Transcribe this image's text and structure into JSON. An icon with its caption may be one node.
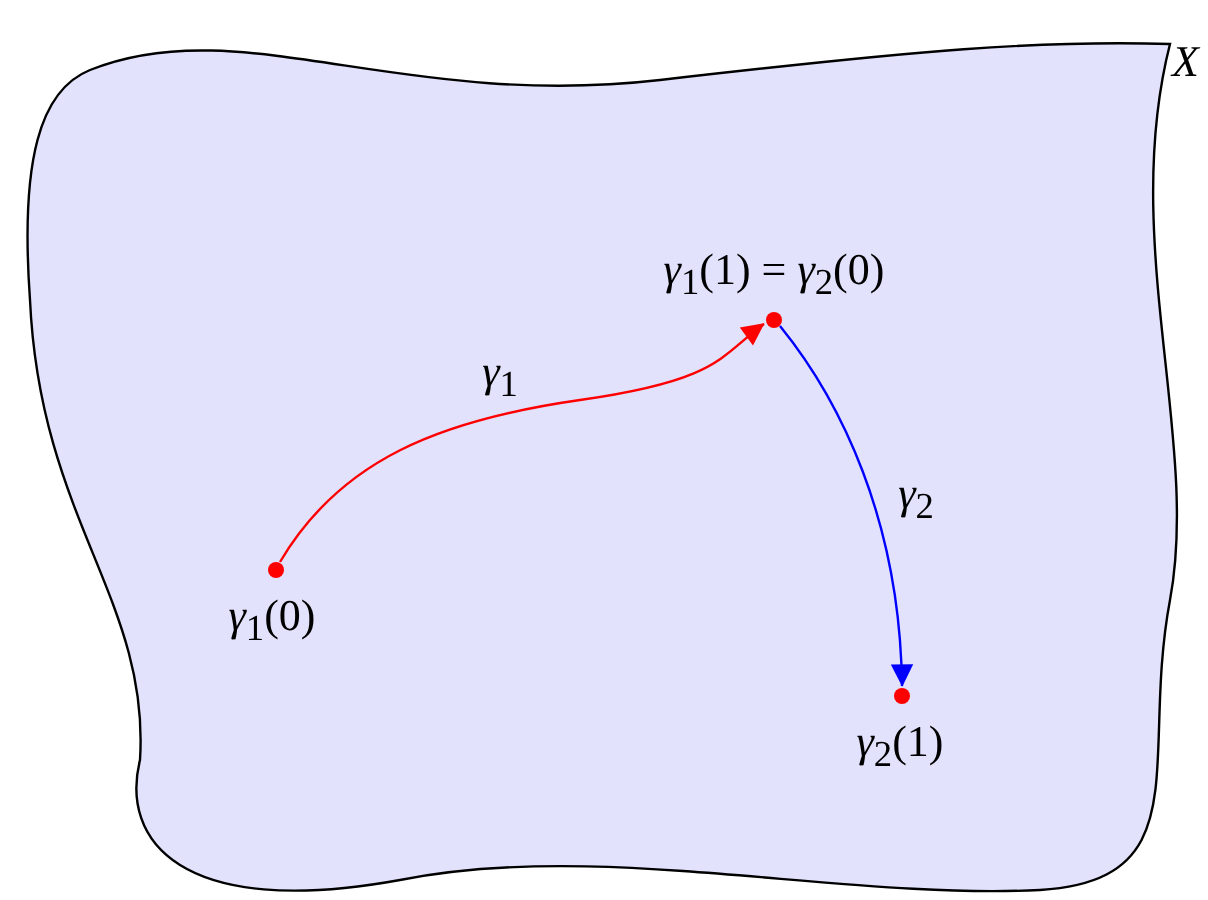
{
  "diagram": {
    "nodes": [
      {
        "text": [
          "X"
        ]
      },
      {
        "text": [],
        "shape": "circle",
        "in": 0,
        "beside": [
          "*γ*$_{1}$(0)"
        ]
      },
      {
        "text": [],
        "shape": "circle",
        "in": 0,
        "beside": [
          "*γ*$_{1}$(1) = *γ*$_{2}$(0)"
        ]
      },
      {
        "text": [],
        "shape": "circle",
        "in": 0,
        "beside": [
          "*γ*$_{2}$(1)"
        ]
      }
    ],
    "edges": [
      {
        "from": 1,
        "to": 2,
        "arrow": "to",
        "label": "*γ*$_{1}$",
        "color": "#ff0000"
      },
      {
        "from": 2,
        "to": 3,
        "arrow": "to",
        "label": "*γ*$_{2}$",
        "color": "#0000ff"
      }
    ]
  }
}
